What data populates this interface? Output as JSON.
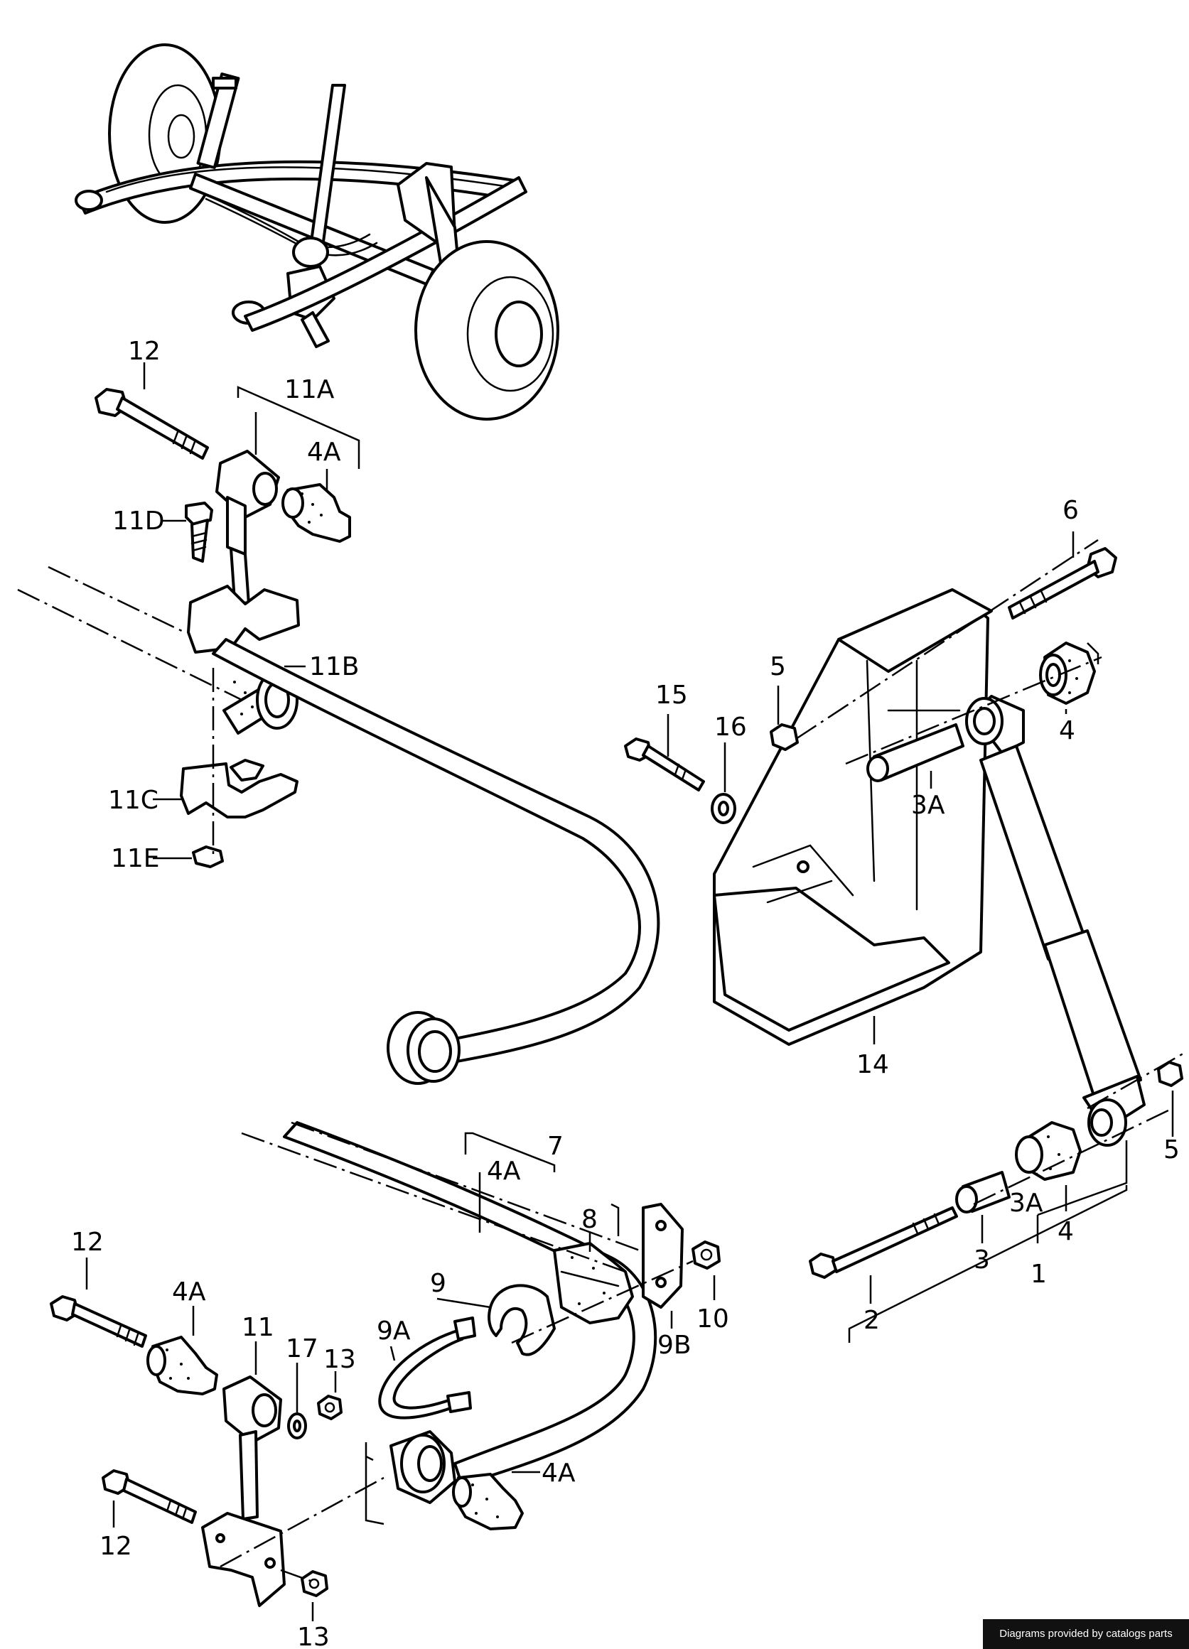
{
  "callouts": {
    "top_12": "12",
    "top_11A": "11A",
    "top_4A": "4A",
    "top_11D": "11D",
    "top_11B": "11B",
    "top_11C": "11C",
    "top_11E": "11E",
    "r_6": "6",
    "r_5a": "5",
    "r_4a": "4",
    "r_15": "15",
    "r_16": "16",
    "r_3A": "3A",
    "r_14": "14",
    "r_5b": "5",
    "r_4b": "4",
    "r_3Ab": "3A",
    "r_3": "3",
    "r_1": "1",
    "r_2": "2",
    "b_7": "7",
    "b_4A_group": "4A",
    "b_8": "8",
    "b_9": "9",
    "b_9A": "9A",
    "b_9B": "9B",
    "b_10": "10",
    "b_12a": "12",
    "b_4A": "4A",
    "b_11": "11",
    "b_17": "17",
    "b_13a": "13",
    "b_4A_bush": "4A",
    "b_12b": "12",
    "b_13b": "13"
  },
  "credit": "Diagrams provided by catalogs parts"
}
